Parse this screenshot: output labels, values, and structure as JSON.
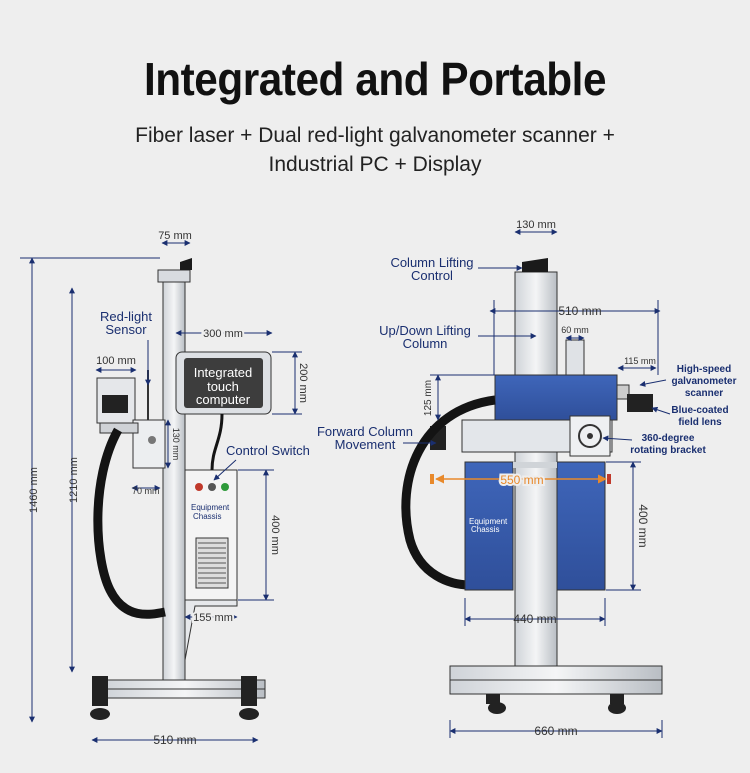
{
  "header": {
    "title": "Integrated and Portable",
    "subtitle_line1": "Fiber laser + Dual red-light galvanometer scanner +",
    "subtitle_line2": "Industrial PC + Display"
  },
  "left_view": {
    "dim_top": "75 mm",
    "red_light_sensor_line1": "Red-light",
    "red_light_sensor_line2": "Sensor",
    "dim_300": "300 mm",
    "dim_100": "100 mm",
    "computer_line1": "Integrated",
    "computer_line2": "touch",
    "computer_line3": "computer",
    "dim_200": "200 mm",
    "dim_130": "130 mm",
    "control_switch": "Control Switch",
    "dim_70": "70 mm",
    "chassis_line1": "Equipment",
    "chassis_line2": "Chassis",
    "dim_1460": "1460 mm",
    "dim_1210": "1210 mm",
    "dim_400": "400 mm",
    "dim_155": "155 mm",
    "dim_510": "510 mm"
  },
  "right_view": {
    "dim_130": "130 mm",
    "column_lifting_line1": "Column Lifting",
    "column_lifting_line2": "Control",
    "dim_510": "510 mm",
    "updown_line1": "Up/Down Lifting",
    "updown_line2": "Column",
    "dim_60": "60 mm",
    "dim_115": "115 mm",
    "dim_125": "125 mm",
    "scanner_line1": "High-speed",
    "scanner_line2": "galvanometer",
    "scanner_line3": "scanner",
    "lens_line1": "Blue-coated",
    "lens_line2": "field lens",
    "forward_line1": "Forward Column",
    "forward_line2": "Movement",
    "bracket_line1": "360-degree",
    "bracket_line2": "rotating bracket",
    "dim_550": "550 mm",
    "chassis_line1": "Equipment",
    "chassis_line2": "Chassis",
    "dim_400": "400 mm",
    "dim_440": "440 mm",
    "dim_660": "660 mm"
  },
  "colors": {
    "blue_panel": "#3a5fb0",
    "dim_line": "#1a2f70",
    "orange_dim": "#e8892b",
    "hose": "#141414"
  }
}
